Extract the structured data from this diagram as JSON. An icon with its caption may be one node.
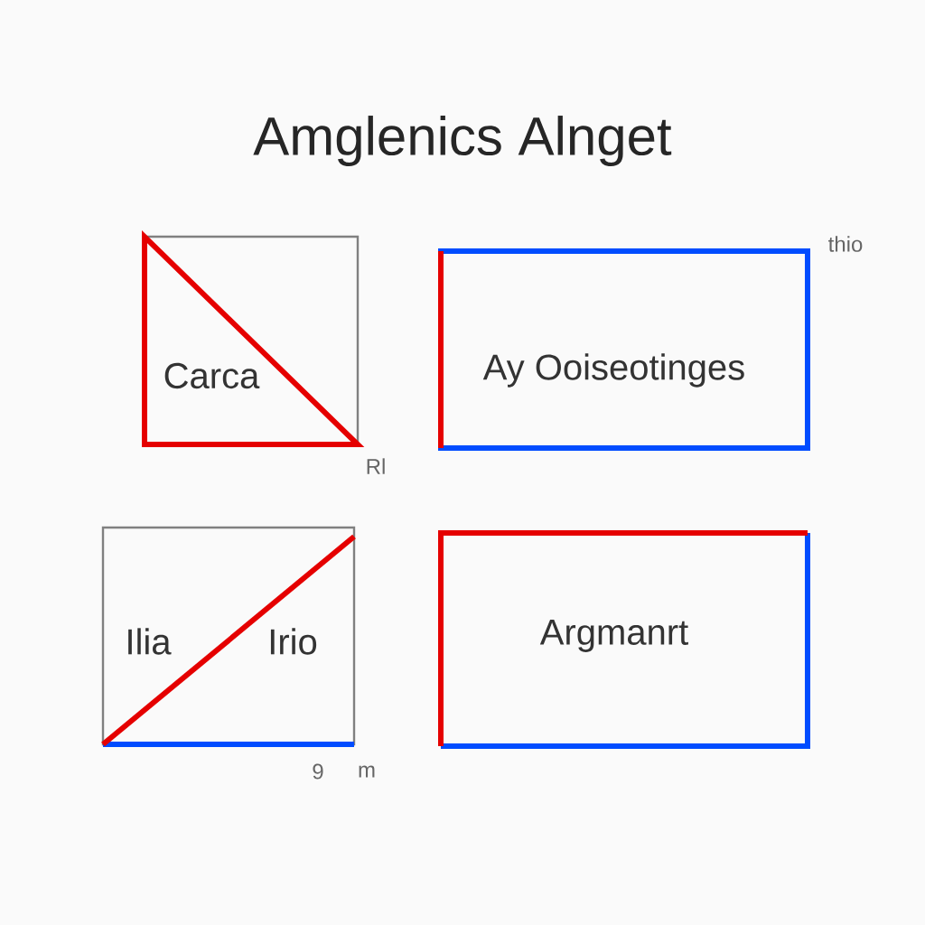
{
  "diagram": {
    "title": "Amglenics Alnget",
    "nodes": [
      {
        "text": [
          "Carca"
        ]
      },
      {
        "text": [
          "Ay Ooiseotinges"
        ]
      },
      {
        "text": [
          "Ilia",
          "Irio"
        ]
      },
      {
        "text": [
          "Argmanrt"
        ]
      }
    ],
    "labels": [
      "Rl",
      "thio",
      "9",
      "m"
    ]
  }
}
